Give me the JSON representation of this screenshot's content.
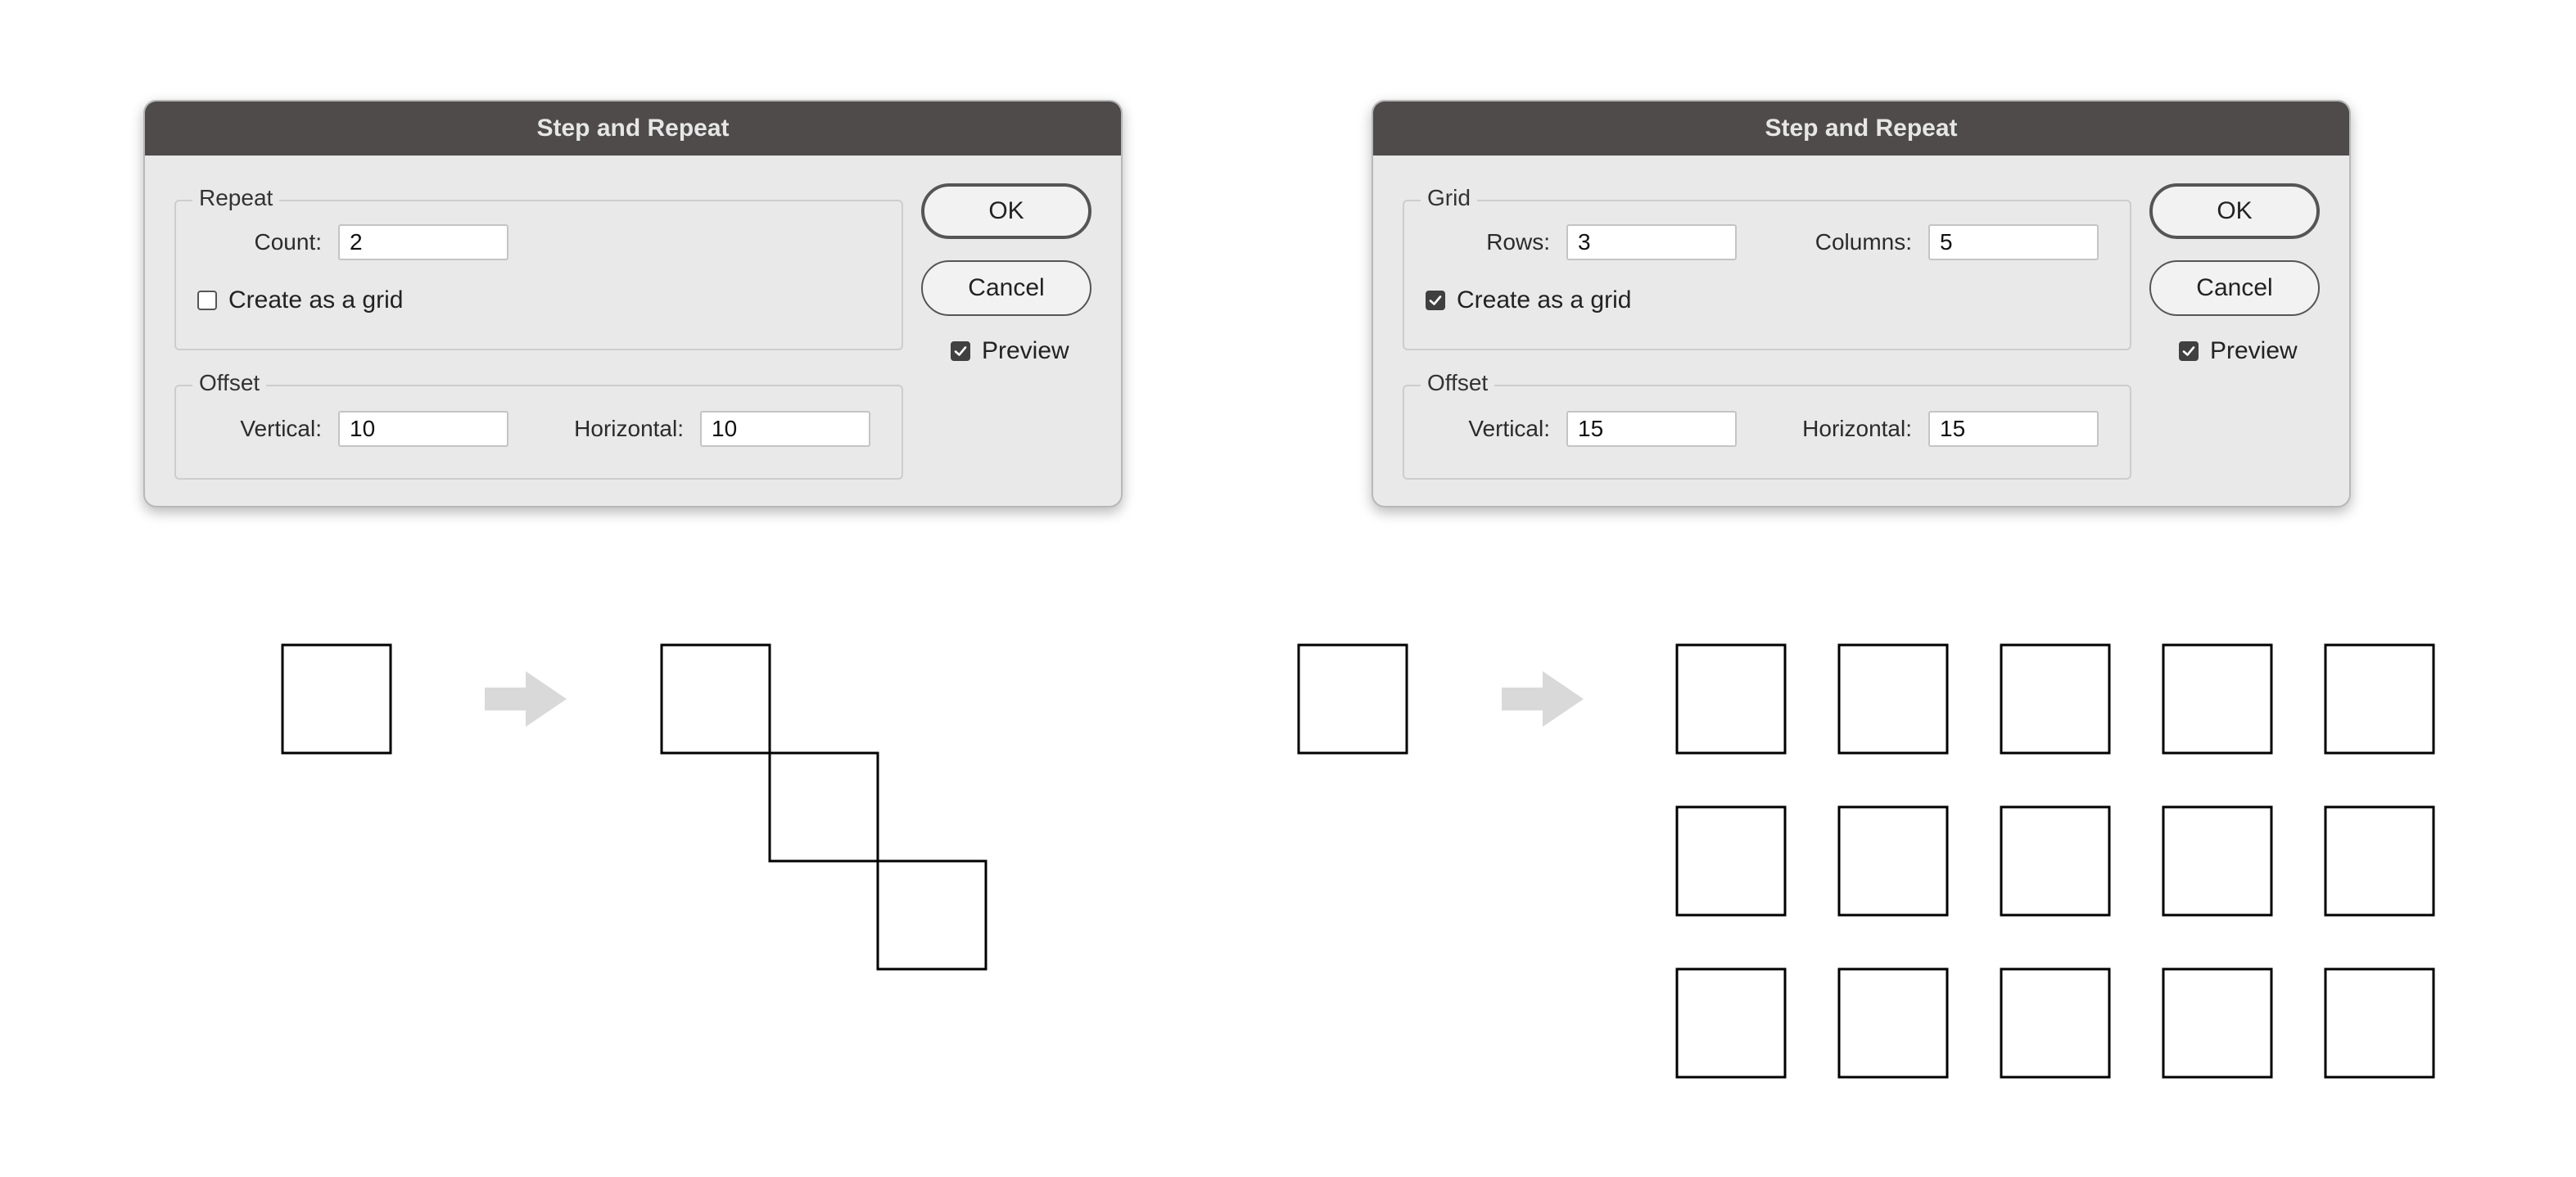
{
  "dialogs": {
    "left": {
      "title": "Step and Repeat",
      "repeat_group": {
        "title": "Repeat",
        "count_label": "Count:",
        "count_value": "2",
        "grid_checkbox_label": "Create as a grid",
        "grid_checked": false
      },
      "offset_group": {
        "title": "Offset",
        "vertical_label": "Vertical:",
        "vertical_value": "10",
        "horizontal_label": "Horizontal:",
        "horizontal_value": "10"
      },
      "ok_label": "OK",
      "cancel_label": "Cancel",
      "preview_label": "Preview",
      "preview_checked": true
    },
    "right": {
      "title": "Step and Repeat",
      "grid_group": {
        "title": "Grid",
        "rows_label": "Rows:",
        "rows_value": "3",
        "columns_label": "Columns:",
        "columns_value": "5",
        "grid_checkbox_label": "Create as a grid",
        "grid_checked": true
      },
      "offset_group": {
        "title": "Offset",
        "vertical_label": "Vertical:",
        "vertical_value": "15",
        "horizontal_label": "Horizontal:",
        "horizontal_value": "15"
      },
      "ok_label": "OK",
      "cancel_label": "Cancel",
      "preview_label": "Preview",
      "preview_checked": true
    }
  },
  "illustration": {
    "arrow_color": "#d9d9d9",
    "square_stroke": "#000000",
    "step_example": {
      "copies": 2
    },
    "grid_example": {
      "rows": 3,
      "columns": 5
    }
  }
}
